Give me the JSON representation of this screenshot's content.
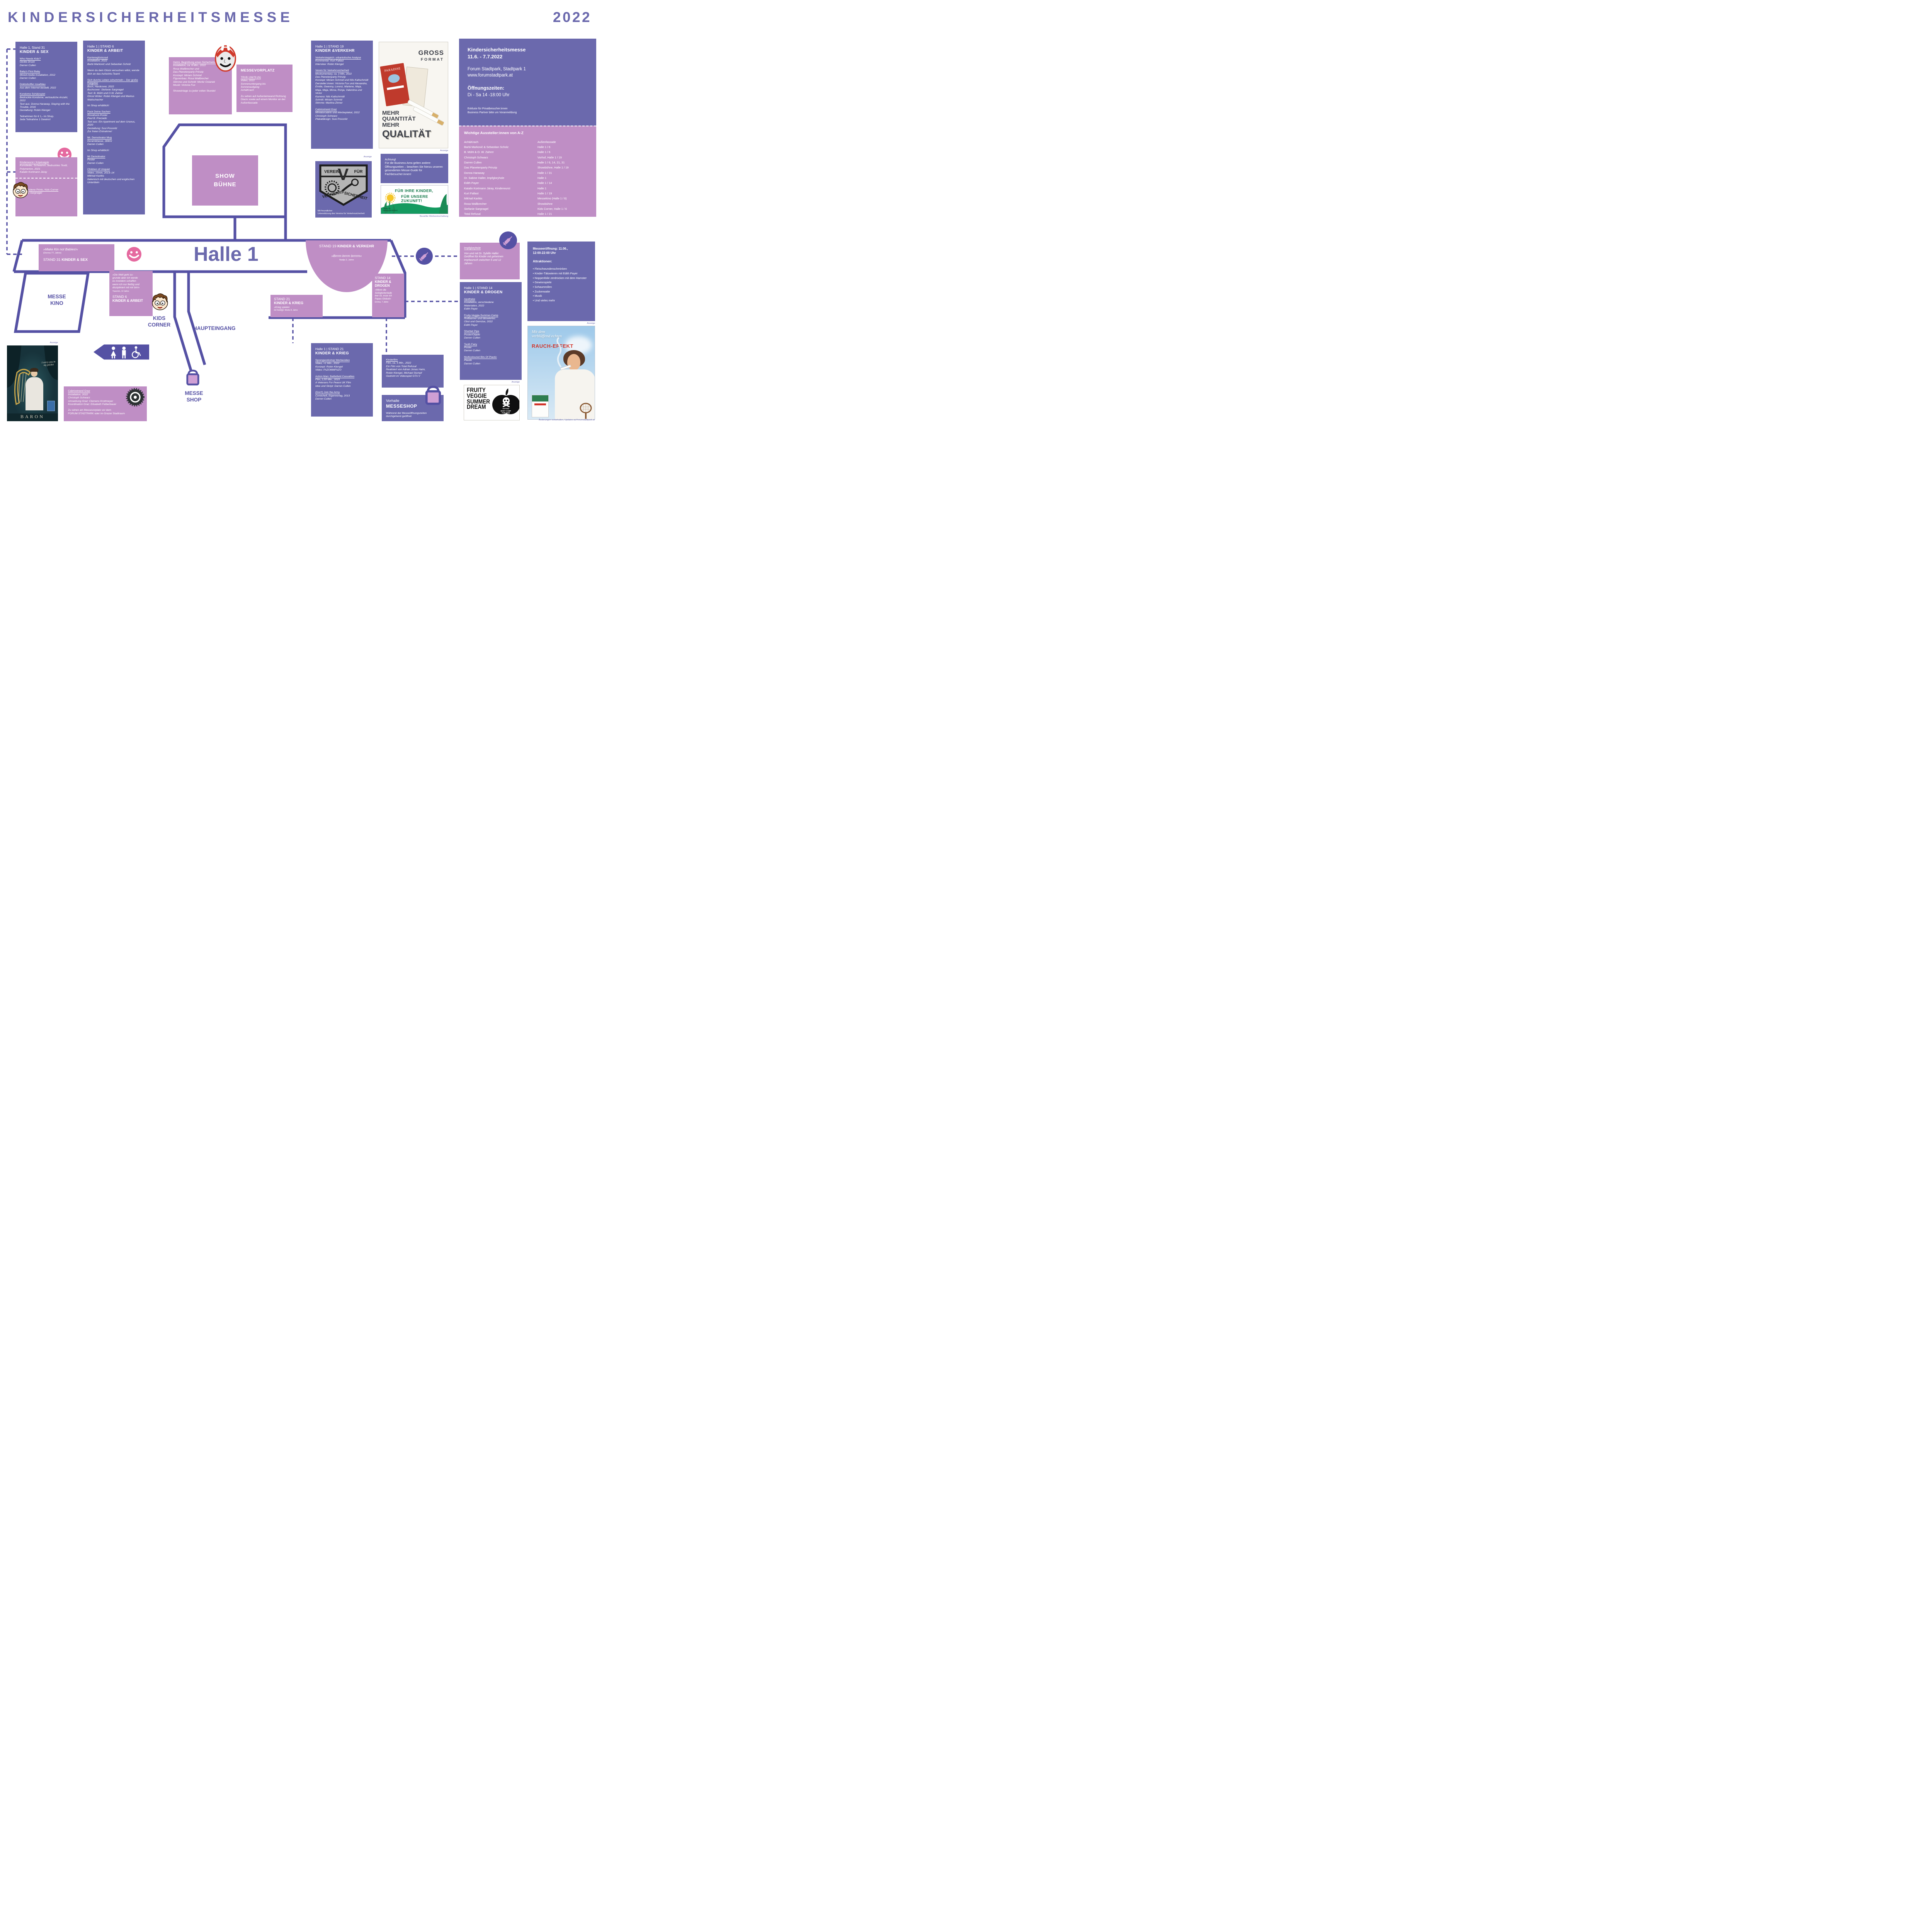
{
  "colors": {
    "purple": "#6b69ad",
    "pink": "#bf8ec5",
    "indigo": "#5551a4",
    "green": "#157a4b",
    "red": "#d13a2c",
    "yellow": "#f5c527"
  },
  "header": {
    "title": "KINDERSICHERHEITSMESSE",
    "year": "2022"
  },
  "info": {
    "title": "Kindersicherheitsmesse\n11.6. - 7.7.2022",
    "address": "Forum Stadtpark, Stadtpark 1\nwww.forumstadtpark.at",
    "hours_label": "Öffnungszeiten:",
    "hours": "Di - Sa 14 -18:00 Uhr",
    "note": "Exklusiv für Privatbesucher:innen\nBusiness Partner bitte um Voranmeldung"
  },
  "exhibitors": {
    "title": "Wichtige Aussteller:innen von A-Z",
    "rows": [
      {
        "name": "Ach&Krach",
        "loc": "Außenfassade"
      },
      {
        "name": "Barbi Marković & Sebastian Scholz",
        "loc": "Halle 1 / 6"
      },
      {
        "name": "B. Müht & O. W. Zahrer",
        "loc": "Halle 1 / 6"
      },
      {
        "name": "Christoph Schwarz",
        "loc": "Vorhof, Halle 1 / 19"
      },
      {
        "name": "Darren Cullen",
        "loc": "Halle 1 / 6, 14, 21, 31"
      },
      {
        "name": "Das Planetenparty Prinzip",
        "loc": "Showbühne, Halle 1 / 19"
      },
      {
        "name": "Donna Haraway",
        "loc": "Halle 1 / 31"
      },
      {
        "name": "Dr. Sabine Haller, Impfgloryhole",
        "loc": "Halle 1"
      },
      {
        "name": "Edith Payer",
        "loc": "Halle 1 / 14"
      },
      {
        "name": "Katalin Kortmann Járay, Kinderwurst",
        "loc": "Halle 1"
      },
      {
        "name": "Kurt Fallast",
        "loc": "Halle 1 / 19"
      },
      {
        "name": "Mikhail Karikis",
        "loc": "Messekino (Halle 1 / 6)"
      },
      {
        "name": "Rosa Wallbrecher",
        "loc": "Showbühne"
      },
      {
        "name": "Stefanie Sargnagel",
        "loc": "Kids Corner, Halle 1 / 6"
      },
      {
        "name": "Total Refusal",
        "loc": "Halle 1 / 21"
      }
    ]
  },
  "stand31": {
    "title": "Halle 1, Stand 31",
    "subtitle": "KINDER & SEX",
    "sections": [
      {
        "h": "Who Needs Kids?",
        "body": "Giclée Druck\nDarren Cullen",
        "note": ""
      },
      {
        "h": "Baby's First Baby",
        "body": "Mixed-media Installation, 2012\nDarren Cullen",
        "note": ""
      },
      {
        "h": "Doktorkoffer rosa/blau",
        "body": "Aus dem Internet bestellt, 2022",
        "note": ""
      },
      {
        "h": "Kondome Schätzspiel",
        "body": "Bedruckte Kondome, vertrauliche Anzahl, 2022\nText aus: Donna Haraway, Staying with the Trouble, 2016\nGestaltung: Robin Klengel",
        "note": "Teilnehmen für € 1,- im Shop.\nJede Teilnahme 1 Gewinn!"
      }
    ]
  },
  "kinderwurst": {
    "h1": "Kinderwurst / Kópéságok",
    "b1": "Kunstleder, Schwamm, bedrucktes Textil, Polymerton, 2021\nKatalin Kortmann Járay",
    "h2": "Verschiedene Prints, Kids Corner",
    "b2": "Stefanie Sargnagel"
  },
  "stand6": {
    "title": "Halle 1 | STAND 6",
    "subtitle": "KINDER & ARBEIT",
    "sections": [
      {
        "h": "Karriereglücksrad",
        "body": "Installation, 2022\nBarbi Marković und Sebastian Scholz",
        "note": ""
      },
      {
        "h": "",
        "body": "",
        "note": "Wenn du dein Glück versuchen willst, wende dich an das Aufsichts-Team!"
      },
      {
        "h": "Sich durchs Leben schummeln – Der große Ratgeber",
        "body": "Buch, Hardcover, 2022\nBuchcover: Stefanie Sargnagel\nText: B. Müht und O.W. Zahrer\nGhost Writer: Robin Klengel und Markus Waitschacher",
        "note": "Im Shop erhältlich!"
      },
      {
        "h": "Pack Deine Sachen",
        "body": "Risodruck-Poster\nPaul B. Preciado\nText aus: Ein Apartment auf dem Uranus, 2020\nGestaltung: Susi Possnitz\nZur freien Entnahme!",
        "note": ""
      },
      {
        "h": "Mr. Demotivator Mug",
        "body": "Keramiktasse, 284ml\nDarren Cullen",
        "note": "Im Shop erhältlich!"
      },
      {
        "h": "Mr Demotivator",
        "body": "Poster\nDarren Cullen",
        "note": ""
      },
      {
        "h": "Children of Unquiet",
        "body": "Video, 15min, 2013–14\nMikhail Karikis\nItalienisch mit deutschen und englischen Untertiteln",
        "note": ""
      }
    ]
  },
  "helmi": {
    "sections": [
      {
        "h": "Helmi. Begrüßung eines Sicherheitsexperten",
        "body": "Installation, ca. 6 Min., 2022\nRosa Wallbrecher und\nDas Planetenparty Prinzip\nKonzept: Miriam Schmid\nFigurenbau: Rosa Wallbrecher\nStimme und Schnitt: Moritz Ostanek\nMusik: Victoria Fux",
        "note": "Showeinlage zu jeder vollen Stunde!"
      }
    ]
  },
  "messevorplatz": {
    "title": "MESSEVORPLATZ",
    "sections": [
      {
        "h": "TRVB 136/79 (N)",
        "body": "Video, 2022\nSonnenuntergang bis\nSonnenaufgang\nAch&Krach",
        "note": "Zu sehen auf Außenleinwand Richtung Glacis sowie auf einem Monitor an der Außenfassade"
      }
    ]
  },
  "stand19": {
    "title": "Halle 1 | STAND 19",
    "subtitle": "KINDER &VERKEHR",
    "sections": [
      {
        "h": "Verkehrsteppich: urbanistische Analyse",
        "body": "Kommentar: Kurt Fallast\nInterview: Robin Klengel",
        "note": ""
      },
      {
        "h": "Verein für Verkehrssicherheit",
        "body": "Mockumentary, ca. 3 Min, 2022\nDas Planetenparty Prinzip\nKonzept: Miriam Schmid und Nils Kaltschmidt\nDarsteller:innen: Victoria Fux und Alexandra, Emilie, Gwenny, Lorenz, Marlene, Maja, Maja, Maja, Mona, Ronja, Valentina und Victor\nKamera: Nils Kaltschmidt\nSchnitt: Miriam Schmid\nStimme: Martina Zinner",
        "note": ""
      },
      {
        "h": "Cabriostrand Graz",
        "body": "Miniaturcabrio und Werbeplakat, 2022\nChristoph Schwarz\nPlakatdesign: Susi Possnitz",
        "note": ""
      }
    ]
  },
  "verein": {
    "caption": "Anzeige",
    "top_left": "VEREIN",
    "top_right": "FÜR",
    "letter": "V",
    "banner_left": "VERKEHRS",
    "banner_right": "SICHERHEIT",
    "support": "Mit freundlicher\nUnterstützung des Vereins für Verkehrssicherheit"
  },
  "gross_ad": {
    "caption": "Anzeige",
    "brand": "PARADISE",
    "line1": "GROSS",
    "line2": "FORMAT",
    "t1": "MEHR",
    "t2": "QUANTITÄT",
    "t3": "MEHR",
    "t4": "QUALITÄT"
  },
  "achtung": {
    "text": "Achtung!\nFür die Business Area gelten andere Öffnungszeiten – beachten Sie hierzu unseren gesonderten Messe-Guide für Fachbesucher:innen!"
  },
  "banner": {
    "line1": "FÜR IHRE KINDER,",
    "line2": "FÜR UNSERE ZUKUNFT!",
    "logo": "Verein für\nVerkehrssicherheit",
    "caption": "Bezahlte Werbeeinschaltung"
  },
  "map": {
    "halle": "Halle 1",
    "showbuehne": "SHOW\nBÜHNE",
    "stand31": {
      "quote": "»Make Kin not Babies!«",
      "attr": "(Donna 77, Jahre)",
      "label": "STAND 31 ",
      "topic": "KINDER & SEX"
    },
    "stand6": {
      "quote": "»Die Welt geht zu-\ngrunde aber ich werde\nes trotzdem schaffen\nwenn ich nur fleißig und\ndiszipliniert mit mir bin!«",
      "attr": "Yasemin, 12 Jahre",
      "label": "STAND 6",
      "topic": "KINDER & ARBEIT"
    },
    "stand19": {
      "label": "STAND 19 ",
      "topic": "KINDER & VERKEHR",
      "quote": "»Brrrm brrrm brrrrm«",
      "attr": "Nadja 2, Jahre"
    },
    "stand21": {
      "label": "STAND 21",
      "topic": "KINDER & KRIEG",
      "quote": "»Krieg spielen\nist lustig«",
      "attr": "Moritz 8, Jahre"
    },
    "stand14": {
      "label": "STAND 14",
      "topic": "KINDER &\nDROGEN",
      "quote": "»Wenn die\nSüßigkeitenlade\nleer ist, esse ich\nPapas Globuli«",
      "attr": "Emma, 7 Jahre"
    },
    "messekino": "MESSE\nKINO",
    "kidscorner": "KIDS\nCORNER",
    "haupteingang": "HAUPTEINGANG",
    "messeshop": "MESSE\nSHOP"
  },
  "stand21info": {
    "title": "Halle 1 | STAND 21",
    "subtitle": "KINDER & KRIEG",
    "sections": [
      {
        "h": "Sprengworkshop Werbevideo",
        "body": "Video, <1 Min., 2022\nKonzept: Robin Klengel\nVideo: FAZO666FAZO",
        "note": ""
      },
      {
        "h": "Action Man: Battlefield Casualties",
        "body": "Film, 2,55 Min., 2015\nA Veterans For Peace UK Film\nIdee und Skript: Darren Cullen",
        "note": ""
      },
      {
        "h": "(Don't) Join the Army",
        "body": "Comicheft, Eigenverlag, 2013\nDarren Cullen",
        "note": ""
      }
    ]
  },
  "kinderfilm": {
    "sections": [
      {
        "h": "Kinderfilm",
        "body": "Film, ca. 5 Min., 2022\nEin Film von Total Refusal\nRealisiert von Adrian Jonas Haim,\nRobin Klengel, Michael Stumpf\nGedreht im Videospiel GTA V",
        "note": ""
      }
    ]
  },
  "vorhalle": {
    "hall": "Vorhalle",
    "name": "MESSESHOP",
    "note": "Während der Messeöffnungszeiten\ndurchgehend geöffnet"
  },
  "impfgloryhole": {
    "h": "Impfgloryhole",
    "body": "Von und mit Dr. Sybille Haller\nGeöffnet für Kinder mit geheimen\nImpfwunsch zwischen 5 und 12\nJahren"
  },
  "attraktionen": {
    "opening": "Messeeröffnung: 11.06.,\n12:00-22:00 Uhr",
    "label": "Attraktionen:",
    "items": [
      "Fleischwundenschminken",
      "Kinder-Tätowieren mit Edith Payer",
      "Noppenfolie zerdrücken mit dem Hamster",
      "Gewinnspiele",
      "Schaumrollen",
      "Zuckerwatte",
      "Musik",
      "Und vieles mehr"
    ],
    "caption": "Anzeige"
  },
  "stand14info": {
    "title": "Halle 1 | STAND 14",
    "subtitle": "KINDER & DROGEN",
    "caption": "Anzeige",
    "sections": [
      {
        "h": "Apotheke",
        "body": "Installation, verschiedene\nMaterialien, 2022\nEdith Payer",
        "note": ""
      },
      {
        "h": "Fruity-Veggie-Summer-Camp",
        "body": "Rollbanner und tätowiertes\nObst und Gemüse, 2022\nEdith Payer",
        "note": ""
      },
      {
        "h": "Sherbet Pipe",
        "body": "Poster/Objekt\nDarren Cullen",
        "note": ""
      },
      {
        "h": "Tooth Fairy",
        "body": "Poster\nDarren Cullen",
        "note": ""
      },
      {
        "h": "Multicoloured Bits Of Plastic",
        "body": "Plastik\nDarren Cullen",
        "note": ""
      }
    ]
  },
  "cabriostrand": {
    "h": "Cabriostrand Graz",
    "body": "Installation, 2022\nChristoph Schwarz\nUmsetzung Graz: Clemens Krottmeyer\nKoordination Graz: Elisabeth Felberbauer",
    "note": "Zu sehen am Messevorplatz vor dem\nFORUM STADTPARK oder im Grazer Stadtraum"
  },
  "baron": {
    "caption": "Anzeige",
    "script": "I carry you in\nmy pocket",
    "brand": "BARON"
  },
  "fruity": {
    "text": "FRUITY\nVEGGIE\nSUMMER\nDREAM",
    "apple": "TATTOO\nBODY CAMP\nFOR KIDS"
  },
  "rauch": {
    "caption": "Anzeige",
    "script": "Mit dem\nverblüffend echten",
    "brand": "RAUCH-EFFEKT"
  },
  "footer": {
    "text": "Änderungen vorbehalten, Updates auf forumstadtpark.at"
  }
}
